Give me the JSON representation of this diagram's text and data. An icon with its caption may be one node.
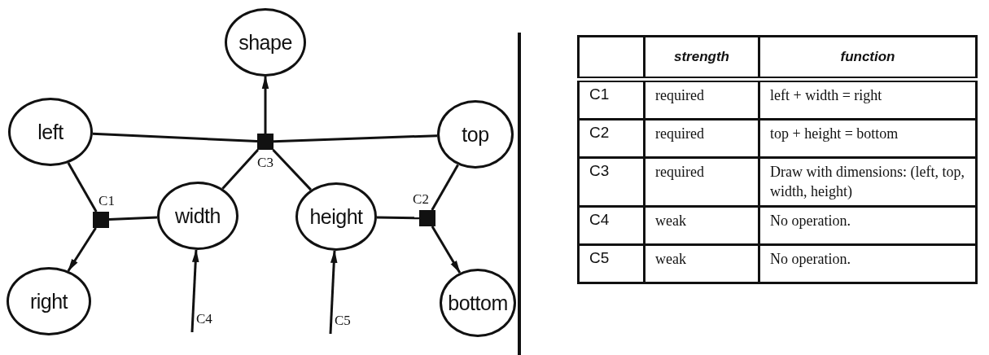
{
  "diagram": {
    "nodes": [
      {
        "text": [
          "shape"
        ]
      },
      {
        "text": [
          "left"
        ]
      },
      {
        "text": [
          "top"
        ]
      },
      {
        "text": [
          "width"
        ]
      },
      {
        "text": [
          "height"
        ]
      },
      {
        "text": [
          "right"
        ]
      },
      {
        "text": [
          "bottom"
        ]
      },
      {
        "text": [],
        "shape": "box",
        "beside": [
          "C3"
        ]
      },
      {
        "text": [],
        "shape": "box",
        "beside": [
          "C1"
        ]
      },
      {
        "text": [],
        "shape": "box",
        "beside": [
          "C2"
        ]
      }
    ],
    "edges": [
      {
        "from": 1,
        "to": 7,
        "arrow": "none"
      },
      {
        "from": 2,
        "to": 7,
        "arrow": "none"
      },
      {
        "from": 3,
        "to": 7,
        "arrow": "none"
      },
      {
        "from": 4,
        "to": 7,
        "arrow": "none"
      },
      {
        "from": 7,
        "to": 0,
        "arrow": "to"
      },
      {
        "from": 1,
        "to": 8,
        "arrow": "none"
      },
      {
        "from": 3,
        "to": 8,
        "arrow": "none"
      },
      {
        "from": 8,
        "to": 5,
        "arrow": "to"
      },
      {
        "from": 2,
        "to": 9,
        "arrow": "none"
      },
      {
        "from": 4,
        "to": 9,
        "arrow": "none"
      },
      {
        "from": 9,
        "to": 6,
        "arrow": "to"
      },
      {
        "from": null,
        "to": 3,
        "arrow": "to",
        "label": "C4"
      },
      {
        "from": null,
        "to": 4,
        "arrow": "to",
        "label": "C5"
      }
    ],
    "labels": [
      "strength",
      "function",
      "C1",
      "required",
      "left + width = right",
      "C2",
      "required",
      "top + height = bottom",
      "C3",
      "required",
      "Draw with dimensions: (left, top, width, height)",
      "C4",
      "weak",
      "No operation.",
      "C5",
      "weak",
      "No operation."
    ]
  }
}
